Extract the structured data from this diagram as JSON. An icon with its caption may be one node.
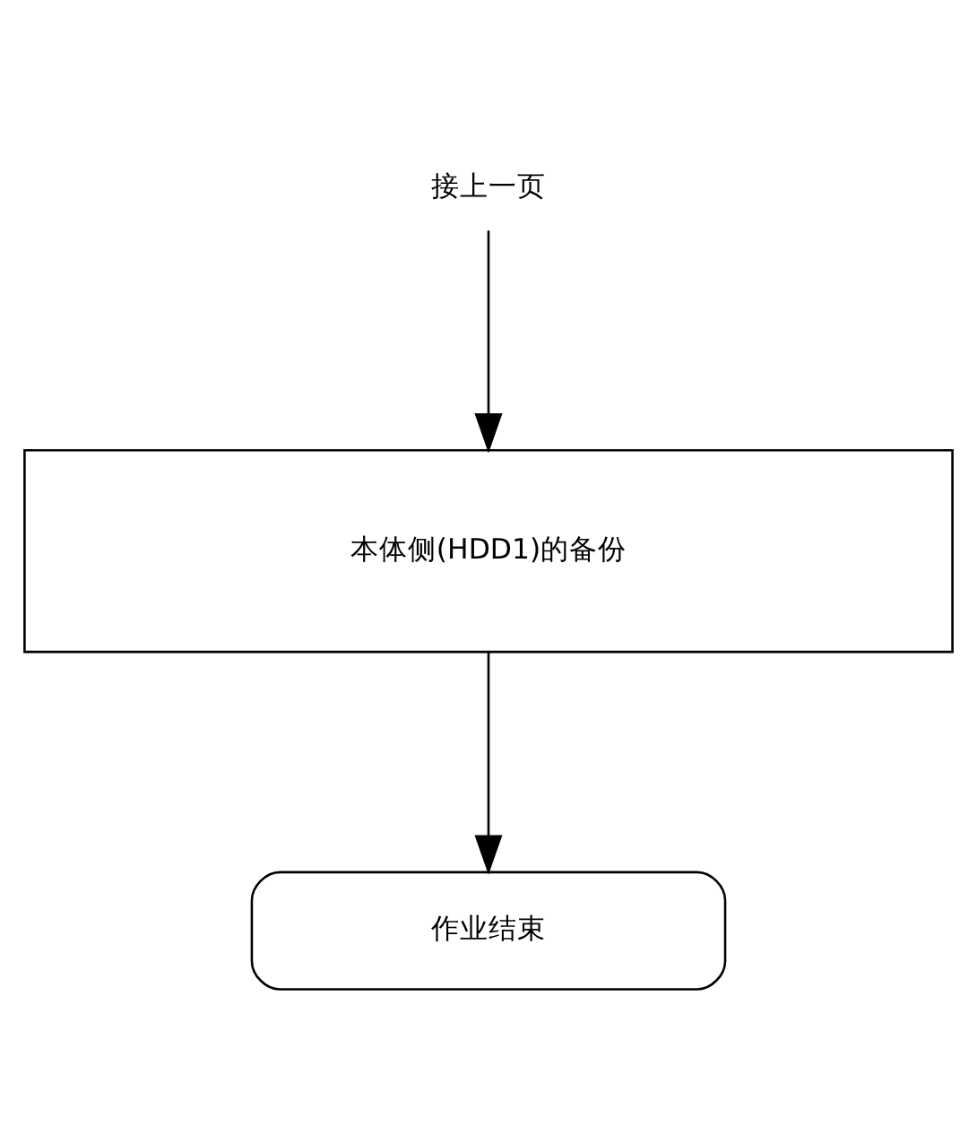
{
  "diagram": {
    "nodes": [
      {
        "text": [
          "接上一页"
        ]
      },
      {
        "text": [
          "本体侧(HDD1)的备份"
        ]
      },
      {
        "text": [
          "作业结束"
        ]
      }
    ],
    "edges": [
      {
        "from": 0,
        "to": 1,
        "arrow": "to"
      },
      {
        "from": 1,
        "to": 2,
        "arrow": "to"
      }
    ]
  }
}
